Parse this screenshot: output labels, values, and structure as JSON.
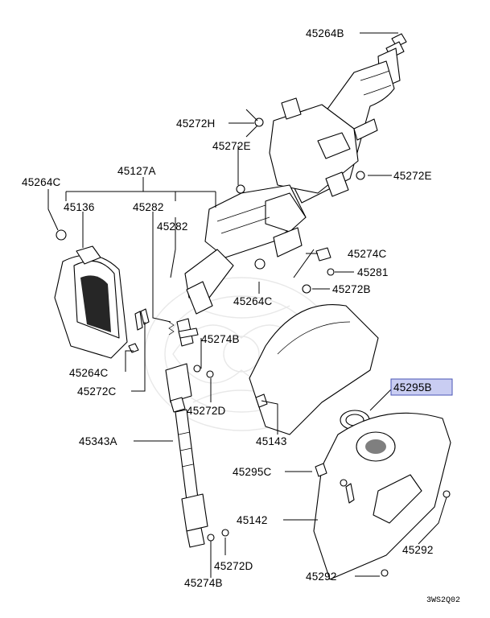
{
  "labels": {
    "p45264B": "45264B",
    "p45272H": "45272H",
    "p45272E_left": "45272E",
    "p45272E_right": "45272E",
    "p45127A": "45127A",
    "p45264C_top": "45264C",
    "p45136": "45136",
    "p45282_a": "45282",
    "p45282_b": "45282",
    "p45274C": "45274C",
    "p45281": "45281",
    "p45272B": "45272B",
    "p45264C_mid": "45264C",
    "p45274B_mid": "45274B",
    "p45264C_low": "45264C",
    "p45272C": "45272C",
    "p45272D_mid": "45272D",
    "p45295B": "45295B",
    "p45143": "45143",
    "p45343A": "45343A",
    "p45295C": "45295C",
    "p45142": "45142",
    "p45292_right": "45292",
    "p45272D_low": "45272D",
    "p45274B_low": "45274B",
    "p45292_bottom": "45292"
  },
  "highlight": {
    "part": "45295B",
    "color": "#c9cdf2",
    "border": "#4a55b5"
  },
  "diagram_code": "3WS2Q02"
}
